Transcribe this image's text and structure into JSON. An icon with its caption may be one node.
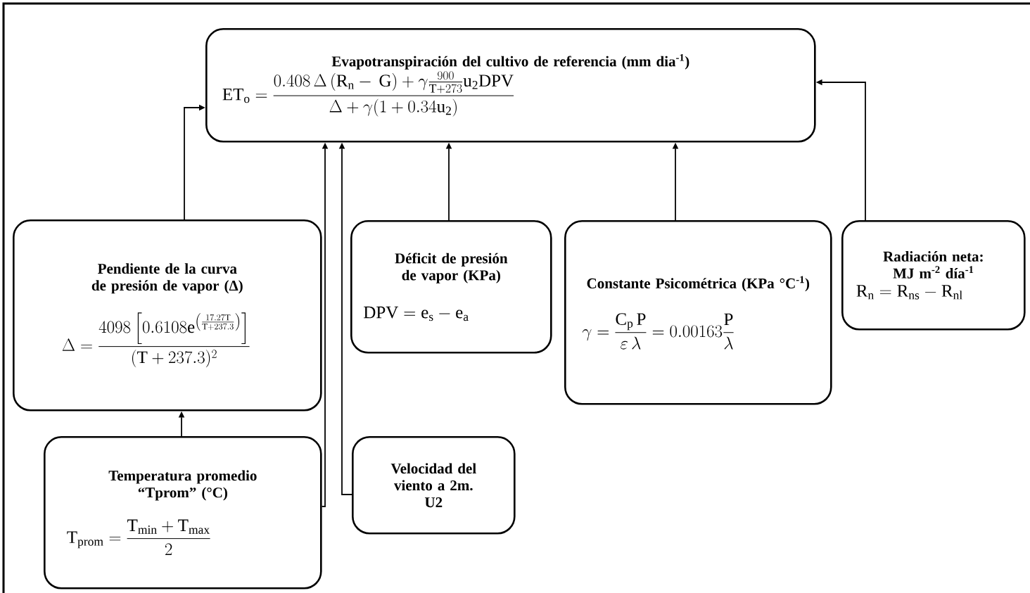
{
  "diagram": {
    "nodes": [
      {
        "text": [
          "Evapotranspiración del cultivo de referencia (mm dia$^{-1}$)",
          "\\mathrm{ET_o} = \\frac{0.408\\,\\Delta\\,(\\mathrm{R_n} -\\, \\mathrm{G}) + \\gamma \\frac{900}{\\mathrm{T} + 273} \\mathrm{u_2 DPV}}{\\Delta + \\gamma(1 + 0.34\\mathrm{u_2})}"
        ]
      },
      {
        "text": [
          "Pendiente de la curva de presión de vapor (Δ)",
          "\\Delta = \\frac{4098\\left[0.6108\\mathrm{e}^{\\left(\\frac{17.27\\mathrm{T}}{\\mathrm{T}+237.3}\\right)}\\right]}{(\\mathrm{T}+237.3)^2}"
        ]
      },
      {
        "text": [
          "Déficit de presión de vapor (KPa)",
          "\\mathrm{DPV} = \\mathrm{e_s} - \\mathrm{e_a}"
        ]
      },
      {
        "text": [
          "Constante Psicométrica (KPa °C$^{-1}$)",
          "\\gamma = \\frac{\\mathrm{C_p\\,P}}{\\varepsilon\\,\\lambda} = 0.00163\\frac{\\mathrm{P}}{\\lambda}"
        ]
      },
      {
        "text": [
          "Radiación neta: MJ m$^{-2}$ día$^{-1}$",
          "\\mathrm{R_n} = \\mathrm{R_{ns}} - \\mathrm{R_{nl}}"
        ]
      },
      {
        "text": [
          "Temperatura promedio “Tprom” (°C)",
          "\\mathrm{T_{prom}} = \\frac{\\mathrm{T_{min}} + \\mathrm{T_{max}}}{2}"
        ]
      },
      {
        "text": [
          "Velocidad del viento a 2m.",
          "U2"
        ]
      }
    ],
    "edges": [
      {
        "from": 1,
        "to": 0,
        "arrow": "to"
      },
      {
        "from": 5,
        "to": 1,
        "arrow": "to"
      },
      {
        "from": 5,
        "to": 0,
        "arrow": "to"
      },
      {
        "from": 6,
        "to": 0,
        "arrow": "to"
      },
      {
        "from": 2,
        "to": 0,
        "arrow": "to"
      },
      {
        "from": 3,
        "to": 0,
        "arrow": "to"
      },
      {
        "from": 4,
        "to": 0,
        "arrow": "to"
      }
    ]
  }
}
